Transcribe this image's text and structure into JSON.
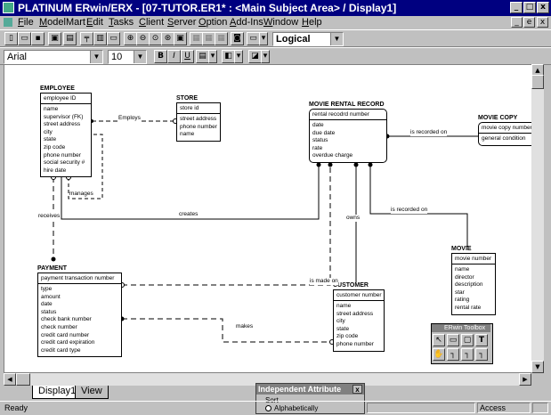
{
  "window": {
    "title": "PLATINUM ERwin/ERX - [07-TUTOR.ER1* : <Main Subject Area> / Display1]",
    "title_buttons": [
      "_",
      "□",
      "x"
    ],
    "doc_buttons": [
      "_",
      "e",
      "x"
    ]
  },
  "menu": {
    "items": [
      "File",
      "ModelMart",
      "Edit",
      "Tasks",
      "Client",
      "Server",
      "Option",
      "Add-Ins",
      "Window",
      "Help"
    ]
  },
  "toolbar": {
    "model_level": "Logical"
  },
  "format_bar": {
    "font": "Arial",
    "size": "10",
    "bold": "B",
    "italic": "I",
    "underline": "U"
  },
  "entities": {
    "employee": {
      "name": "EMPLOYEE",
      "pk": "employee ID",
      "attrs": [
        "name",
        "supervisor (FK)",
        "street address",
        "city",
        "state",
        "zip code",
        "phone number",
        "social security #",
        "hire date"
      ]
    },
    "store": {
      "name": "STORE",
      "pk": "store id",
      "attrs": [
        "street address",
        "phone number",
        "name"
      ]
    },
    "movie_rental_record": {
      "name": "MOVIE RENTAL RECORD",
      "pk": "rental recodrd number",
      "attrs": [
        "date",
        "due date",
        "status",
        "rate",
        "overdue charge"
      ]
    },
    "movie_copy": {
      "name": "MOVIE COPY",
      "pk": "movie copy number",
      "attrs": [
        "general condition"
      ]
    },
    "movie": {
      "name": "MOVIE",
      "pk": "movie number",
      "attrs": [
        "name",
        "director",
        "description",
        "star",
        "rating",
        "rental rate"
      ]
    },
    "payment": {
      "name": "PAYMENT",
      "pk": "payment transaction number",
      "attrs": [
        "type",
        "amount",
        "date",
        "status",
        "check bank number",
        "check number",
        "credit card number",
        "credit card expiration",
        "credit card type"
      ]
    },
    "customer": {
      "name": "CUSTOMER",
      "pk": "customer number",
      "attrs": [
        "name",
        "street address",
        "city",
        "state",
        "zip code",
        "phone number"
      ]
    }
  },
  "relationships": {
    "employs": "Employs",
    "manages": "manages",
    "receives": "receives",
    "creates": "creates",
    "is_recorded_on_copy": "is recorded on",
    "is_recorded_on_movie": "is recorded on",
    "owns": "owns",
    "is_made_on": "is made on",
    "makes": "makes"
  },
  "tabs": [
    "Display1",
    "View"
  ],
  "toolbox": {
    "title": "ERwin Toolbox",
    "tools": [
      "↖",
      "▭",
      "▢",
      "T",
      "✋",
      "┐",
      "┐",
      "┐"
    ]
  },
  "independent_attr": {
    "title": "Independent Attribute",
    "sort_label": "Sort",
    "option": "Alphabetically",
    "close": "x"
  },
  "status": {
    "left": "Ready",
    "mode": "Access"
  }
}
